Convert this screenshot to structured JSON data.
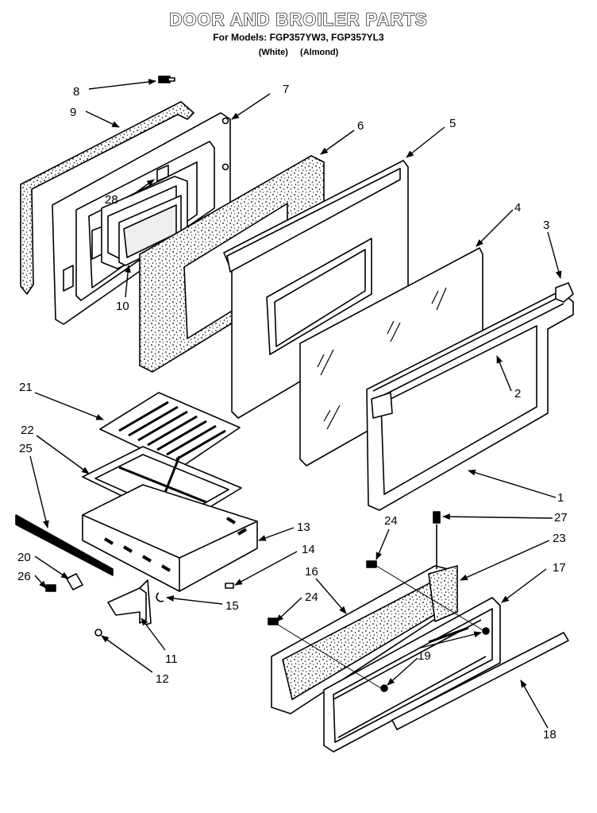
{
  "header": {
    "title": "DOOR AND BROILER PARTS",
    "models_line": "For Models: FGP357YW3, FGP357YL3",
    "variants": [
      "(White)",
      "(Almond)"
    ]
  },
  "callouts": [
    "1",
    "2",
    "3",
    "4",
    "5",
    "6",
    "7",
    "8",
    "9",
    "10",
    "11",
    "12",
    "13",
    "14",
    "15",
    "16",
    "17",
    "18",
    "19",
    "20",
    "21",
    "22",
    "23",
    "24",
    "25",
    "26",
    "27",
    "28"
  ]
}
